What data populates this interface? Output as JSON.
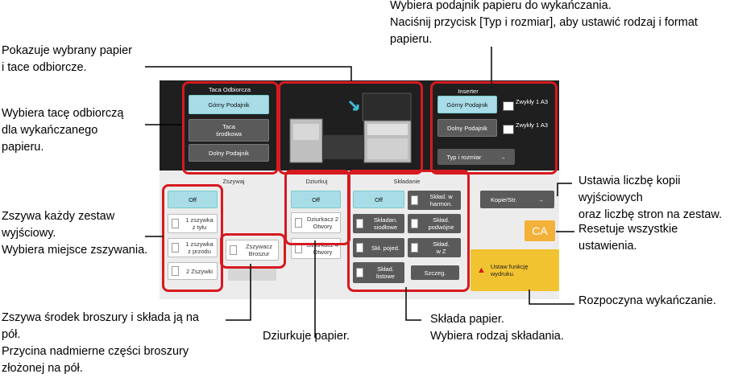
{
  "annotations": {
    "feed_select": "Wybiera podajnik papieru do wykańczania.\nNaciśnij przycisk [Typ i rozmiar], aby ustawić rodzaj i format\npapieru.",
    "shows_paper": "Pokazuje wybrany papier\ni tace odbiorcze.",
    "tray_select": "Wybiera tacę odbiorczą\ndla wykańczanego\npapieru.",
    "staple": "Zszywa każdy zestaw\nwyjściowy.\nWybiera miejsce zszywania.",
    "saddle": "Zszywa środek broszury i składa ją na\npół.\nPrzycina nadmierne części broszury\nzłożonej na pół.",
    "punch": "Dziurkuje papier.",
    "fold": "Składa papier.\nWybiera rodzaj składania.",
    "copies": "Ustawia liczbę kopii wyjściowych\noraz liczbę stron na zestaw.",
    "reset": "Resetuje wszystkie\nustawienia.",
    "start": "Rozpoczyna wykańczanie."
  },
  "screen": {
    "output_tray": {
      "title": "Taca Odbiorcza",
      "buttons": [
        "Górny Podajnik",
        "Taca\nśrodkowa",
        "Dolny Podajnik"
      ]
    },
    "inserter": {
      "title": "Inserter",
      "upper": "Górny Podajnik",
      "lower": "Dolny Podajnik",
      "upper_paper": "Zwykły 1\nA3",
      "lower_paper": "Zwykły 1\nA3",
      "type_size": "Typ i rozmiar",
      "arrow": "→"
    },
    "staple": {
      "title": "Zszywaj",
      "off": "Off",
      "options": [
        "1 zszywka\nz tyłu",
        "1 zszywka\nz przodu",
        "2 Zszywki"
      ],
      "saddle": "Zszywacz\nBroszur"
    },
    "punch": {
      "title": "Dziurkuj",
      "off": "Off",
      "options": [
        "Dziurkacz 2\nOtwory",
        "Dziurkacz 4\nOtwory"
      ]
    },
    "fold": {
      "title": "Składanie",
      "off": "Off",
      "options": [
        "Skład. w\nharmon.",
        "Składan.\nsiodłowe",
        "Skład.\npodwójne",
        "Skł. pojed.",
        "Skład.\nw Z",
        "Skład.\nlistowe"
      ],
      "detail": "Szczeg."
    },
    "copies": {
      "label": "Kopie/Str.",
      "arrow": "→"
    },
    "ca": "CA",
    "start": {
      "label": "Ustaw funkcję\nwydruku.",
      "warn_icon": "warning-triangle-icon"
    },
    "colors": {
      "highlight": "#d71920",
      "selected": "#a8dde8",
      "ca": "#f3b13a",
      "start": "#f2c331"
    }
  }
}
